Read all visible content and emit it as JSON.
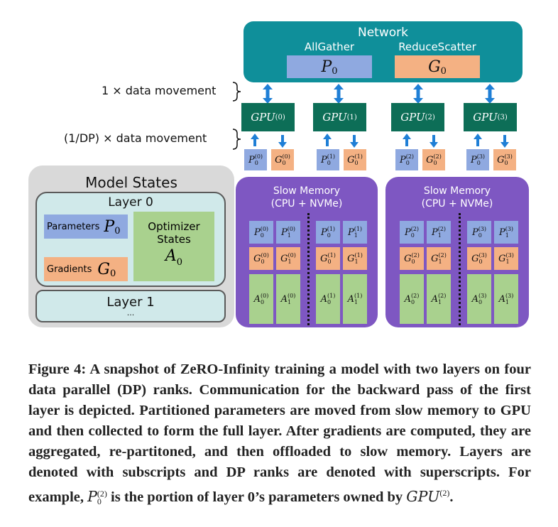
{
  "network": {
    "title": "Network",
    "allgather": "AllGather",
    "reducescatter": "ReduceScatter",
    "p_label": "P",
    "p_sub": "0",
    "g_label": "G",
    "g_sub": "0"
  },
  "movement": {
    "top": "1 × data movement",
    "bottom": "(1/DP) × data movement"
  },
  "gpus": [
    {
      "base": "GPU",
      "sup": "(0)"
    },
    {
      "base": "GPU",
      "sup": "(1)"
    },
    {
      "base": "GPU",
      "sup": "(2)"
    },
    {
      "base": "GPU",
      "sup": "(3)"
    }
  ],
  "model_states": {
    "title": "Model States",
    "layer0": "Layer 0",
    "parameters_label": "Parameters",
    "param_sym": "P",
    "param_sub": "0",
    "gradients_label": "Gradients",
    "grad_sym": "G",
    "grad_sub": "0",
    "optimizer_line1": "Optimizer",
    "optimizer_line2": "States",
    "opt_sym": "A",
    "opt_sub": "0",
    "layer1": "Layer 1",
    "layer1_dots": "..."
  },
  "slow_memory": {
    "line1": "Slow Memory",
    "line2": "(CPU + NVMe)"
  },
  "caption": "Figure 4: A snapshot of ZeRO-Infinity training a model with two layers on four data parallel (DP) ranks. Communication for the backward pass of the first layer is depicted. Partitioned parameters are moved from slow memory to GPU and then collected to form the full layer. After gradients are computed, they are aggregated, re-partitoned, and then offloaded to slow memory. Layers are denoted with subscripts and DP ranks are denoted with superscripts. For example, P(2)0 is the portion of layer 0’s parameters owned by GPU(2).",
  "caption_parts": {
    "text1": "Figure 4: A snapshot of ZeRO-Infinity training a model with two layers on four data parallel (DP) ranks. Communication for the backward pass of the first layer is depicted. Partitioned parameters are moved from slow memory to GPU and then collected to form the full layer. After gradients are computed, they are aggregated, re-partitoned, and then offloaded to slow memory. Layers are denoted with subscripts and DP ranks are denoted with superscripts. For example, ",
    "p_sym": "P",
    "p_sup": "(2)",
    "p_sub": "0",
    "text2": " is the portion of layer 0’s parameters owned by ",
    "gpu_sym": "GPU",
    "gpu_sup": "(2)",
    "text3": "."
  },
  "colors": {
    "network": "#0f8f9a",
    "gpu": "#0d6e57",
    "param": "#8fa9e0",
    "grad": "#f4b183",
    "opt": "#a9d18e",
    "slow_memory": "#7e57c2",
    "arrow": "#1f7fd6"
  }
}
